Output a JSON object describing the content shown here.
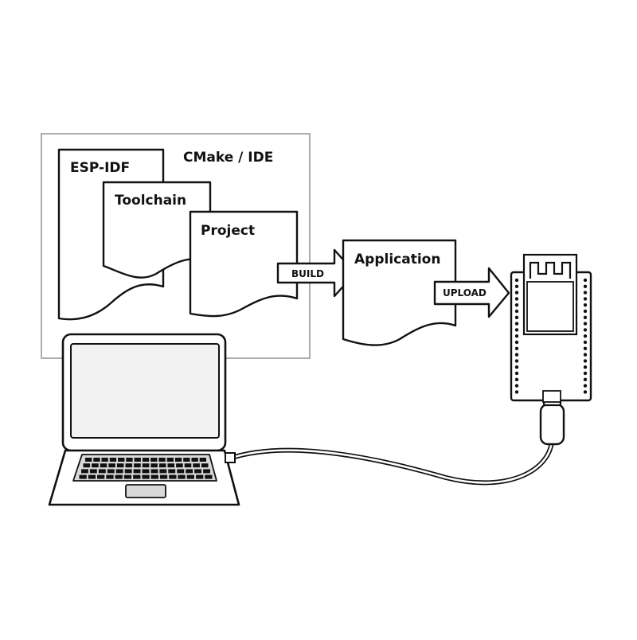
{
  "diagram": {
    "labels": {
      "cmake_ide": "CMake / IDE",
      "esp_idf": "ESP-IDF",
      "toolchain": "Toolchain",
      "project": "Project",
      "application": "Application",
      "build": "BUILD",
      "upload": "UPLOAD"
    },
    "colors": {
      "stroke": "#111111",
      "frame": "#8a8a8a",
      "background": "#ffffff",
      "laptop_screen": "#f2f2f2",
      "keyboard": "#d9d9d9",
      "board_fill": "#ffffff",
      "arrow_fill": "#ffffff"
    },
    "icons": {
      "laptop": "laptop-icon",
      "board": "esp32-devkit-board-icon",
      "cable": "usb-cable-icon"
    }
  }
}
